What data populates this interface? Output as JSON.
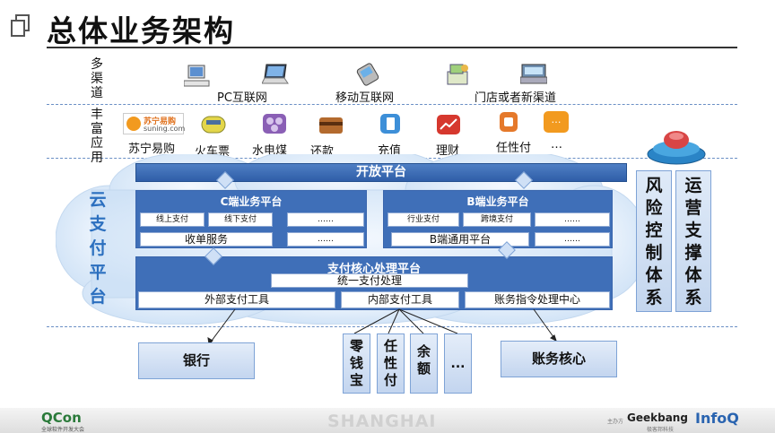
{
  "title": "总体业务架构",
  "layers": {
    "channels_label": "多渠道",
    "apps_label": "丰富应用",
    "cloud_label": "云支付平台"
  },
  "channels": [
    {
      "label": "PC互联网",
      "icon": "desktop-computer-icon"
    },
    {
      "label": "移动互联网",
      "icon": "mobile-phone-icon"
    },
    {
      "label": "门店或者新渠道",
      "icon": "pos-terminal-icon"
    }
  ],
  "apps": [
    {
      "label": "苏宁易购",
      "icon": "suning-logo"
    },
    {
      "label": "火车票",
      "icon": "train-icon"
    },
    {
      "label": "水电煤",
      "icon": "utilities-icon"
    },
    {
      "label": "还款",
      "icon": "card-repayment-icon"
    },
    {
      "label": "充值",
      "icon": "phone-recharge-icon"
    },
    {
      "label": "理财",
      "icon": "finance-chart-icon"
    },
    {
      "label": "任性付",
      "icon": "wallet-icon"
    },
    {
      "label": "…",
      "icon": "more-icon",
      "icon_text": "…"
    }
  ],
  "suning_logo": {
    "cn": "苏宁易购",
    "en": "suning.com"
  },
  "platform": {
    "open": "开放平台",
    "c_side": {
      "title": "C端业务平台",
      "cells": [
        "线上支付",
        "线下支付",
        "……"
      ],
      "service": "收单服务",
      "more": "……"
    },
    "b_side": {
      "title": "B端业务平台",
      "cells": [
        "行业支付",
        "跨境支付",
        "……"
      ],
      "service": "B端通用平台",
      "more": "……"
    },
    "core": {
      "title": "支付核心处理平台",
      "unified": "统一支付处理",
      "tools": [
        "外部支付工具",
        "内部支付工具",
        "账务指令处理中心"
      ]
    }
  },
  "side_systems": [
    "风险控制体系",
    "运营支撑体系"
  ],
  "bottom": {
    "bank": "银行",
    "internal_tools": [
      "零钱宝",
      "任性付",
      "余额",
      "..."
    ],
    "accounting": "账务核心"
  },
  "footer": {
    "left_logo": "QCon",
    "left_sub": "全球软件开发大会",
    "center": "SHANGHAI",
    "organizer": "主办方",
    "geekbang": "Geekbang",
    "geekbang_sub": "极客邦科技",
    "infoq": "InfoQ"
  },
  "colors": {
    "accent": "#2f5ea8",
    "cloud_text": "#2b6fbf",
    "panel": "#3f6fb8"
  }
}
